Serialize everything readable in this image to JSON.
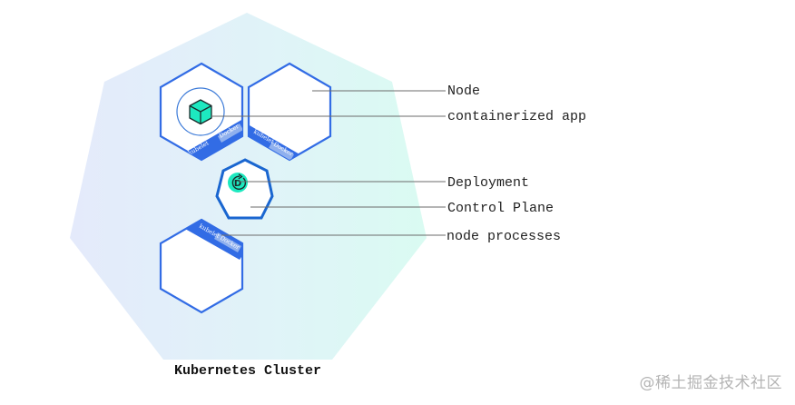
{
  "diagram": {
    "cluster_title": "Kubernetes Cluster",
    "labels": {
      "node": "Node",
      "containerized_app": "containerized app",
      "deployment": "Deployment",
      "control_plane": "Control Plane",
      "node_processes": "node processes"
    },
    "node_band": {
      "kubelet": "kubelet",
      "docker": "Docker"
    },
    "deployment_icon_letter": "D",
    "nodes": [
      {
        "id": "node-1",
        "has_app": true
      },
      {
        "id": "node-2",
        "has_app": false
      },
      {
        "id": "node-3",
        "has_app": false
      }
    ],
    "colors": {
      "node_stroke": "#326ce5",
      "band_fill": "#326ce5",
      "band_docker_fill": "#8fb0ee",
      "app_fill": "#1de9c0",
      "cluster_gradient_left": "#e3ebfb",
      "cluster_gradient_right": "#dcfaf4",
      "pointer_line": "#6b6b6b"
    }
  },
  "watermark": "@稀土掘金技术社区"
}
